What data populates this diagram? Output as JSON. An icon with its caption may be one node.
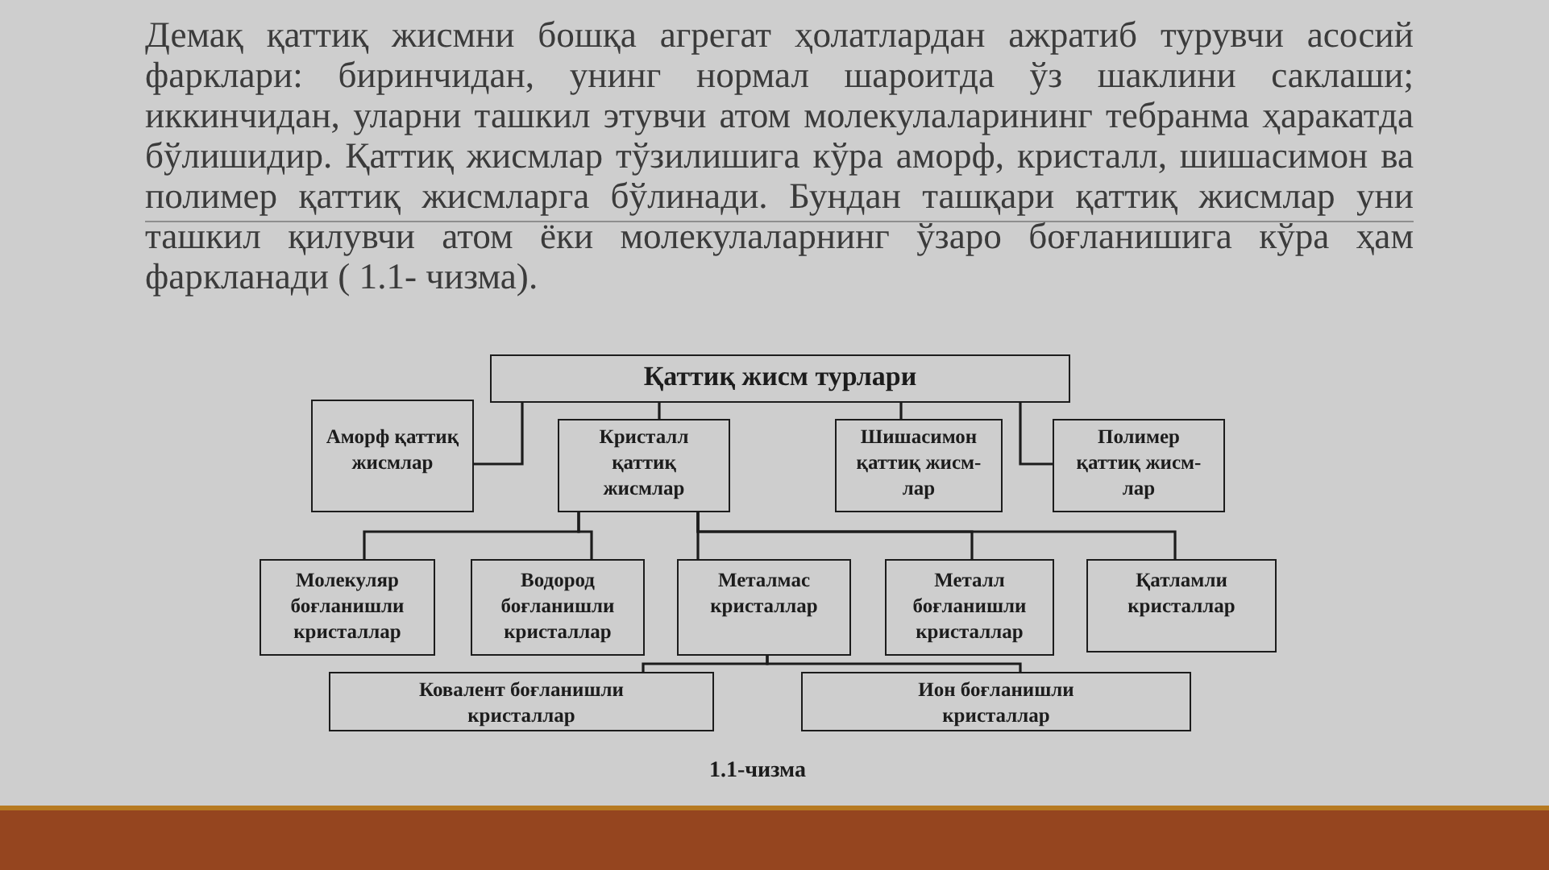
{
  "diagram": {
    "caption": "1.1-чизма",
    "nodes": [
      {
        "text": [
          "Қаттиқ жисм турлари"
        ]
      },
      {
        "text": [
          "Аморф қаттиқ жисмлар"
        ]
      },
      {
        "text": [
          "Кристалл қаттиқ жисмлар"
        ]
      },
      {
        "text": [
          "Шишасимон қаттиқ жисм-лар"
        ]
      },
      {
        "text": [
          "Полимер қаттиқ жисм-лар"
        ]
      },
      {
        "text": [
          "Молекуляр боғланишли кристаллар"
        ]
      },
      {
        "text": [
          "Водород боғланишли кристаллар"
        ]
      },
      {
        "text": [
          "Металмас кристаллар"
        ]
      },
      {
        "text": [
          "Металл боғланишли кристаллар"
        ]
      },
      {
        "text": [
          "Қатламли кристаллар"
        ]
      },
      {
        "text": [
          "Ковалент боғланишли кристаллар"
        ]
      },
      {
        "text": [
          "Ион боғланишли кристаллар"
        ]
      }
    ],
    "edges": [
      {
        "from": 0,
        "to": 1,
        "arrow": "none"
      },
      {
        "from": 0,
        "to": 2,
        "arrow": "none"
      },
      {
        "from": 0,
        "to": 3,
        "arrow": "none"
      },
      {
        "from": 0,
        "to": 4,
        "arrow": "none"
      },
      {
        "from": 2,
        "to": 5,
        "arrow": "none"
      },
      {
        "from": 2,
        "to": 6,
        "arrow": "none"
      },
      {
        "from": 2,
        "to": 7,
        "arrow": "none"
      },
      {
        "from": 2,
        "to": 8,
        "arrow": "none"
      },
      {
        "from": 2,
        "to": 9,
        "arrow": "none"
      },
      {
        "from": 7,
        "to": 10,
        "arrow": "none"
      },
      {
        "from": 7,
        "to": 11,
        "arrow": "none"
      }
    ],
    "labels": [
      "Демақ қаттиқ жисмни бошқа агрегат ҳолатлардан ажратиб турувчи асосий фарклари: биринчидан, унинг нормал шароитда ўз шаклини саклаши; иккинчидан, уларни ташкил этувчи атом молекулаларининг тебранма ҳаракатда бўлишидир. Қаттиқ жисмлар тўзилишига кўра аморф, кристалл, шишасимон ва полимер қаттиқ жисмларга бўлинади. Бундан ташқари қаттиқ жисмлар уни ташкил қилувчи атом ёки молекулаларнинг ўзаро боғланишига кўра ҳам фаркланади ( 1.1- чизма)."
    ]
  }
}
